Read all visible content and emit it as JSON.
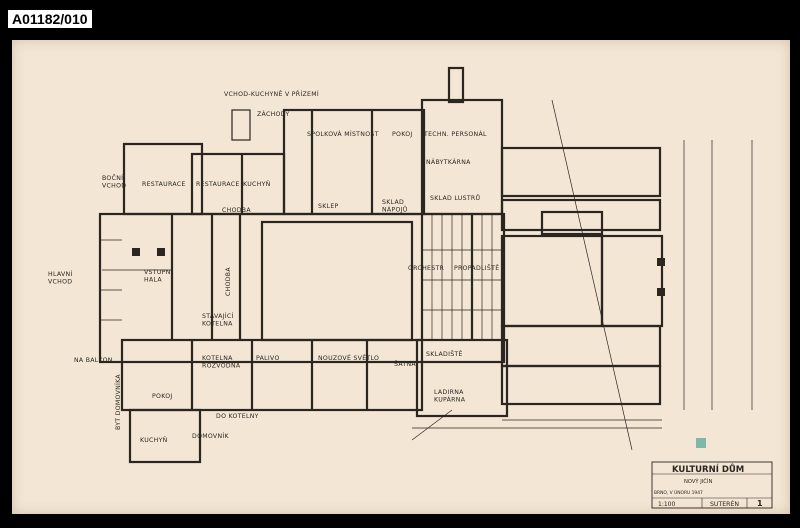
{
  "archive_code": "A01182/010",
  "rooms": {
    "vchod_kuchyne": "VCHOD-KUCHYNĚ V PŘÍZEMÍ",
    "zachody": "ZÁCHODY",
    "spolkova": "SPOLKOVÁ MÍSTNOST",
    "pokoj_top": "POKOJ",
    "techn": "TECHN. PERSONÁL",
    "nabytkarna": "NÁBYTKÁRNA",
    "sklad_lustru": "SKLAD LUSTRŮ",
    "bocni_vchod": "BOČNÍ\nVCHOD",
    "restaurace1": "RESTAURACE",
    "restaurace2": "RESTAURACE",
    "kuchyn_top": "KUCHYŇ",
    "chodba_top": "CHODBA",
    "sklep": "SKLEP",
    "sklad_napoju": "SKLAD\nNÁPOJŮ",
    "hlavni_vchod": "HLAVNÍ\nVCHOD",
    "vstupni_hala": "VSTUPNÍ\nHALA",
    "chodba_vert": "CHODBA",
    "orchestr": "ORCHESTR",
    "propadliste": "PROPADLIŠTĚ",
    "stavajici": "STÁVAJÍCÍ\nKOTELNA",
    "na_balkon": "NA BALKON",
    "byt_domovnika": "BYT DOMOVNÍKA",
    "kotelna": "KOTELNA\nROZVODNA",
    "paliwo": "PALIVO",
    "nouzove": "NOUZOVÉ SVĚTLO",
    "satna": "ŠATNA",
    "skladiste": "SKLADIŠTĚ",
    "pokoj_left": "POKOJ",
    "ladrina": "LADIRNA\nKUPÁRNA",
    "do_kotelny": "DO KOTELNY",
    "kuchyn_bottom": "KUCHYŇ",
    "domovnik": "DOMOVNÍK"
  },
  "title_block": {
    "title": "KULTURNÍ DŮM",
    "location": "NOVÝ JIČÍN",
    "scale": "1:100",
    "sheet_name": "SUTERÉN",
    "sheet_no": "1",
    "date": "BRNO, V ÚNORU 1947"
  },
  "colors": {
    "paper": "#f3e6d4",
    "ink": "#2b2620",
    "stamp": "#7fb8a8"
  }
}
